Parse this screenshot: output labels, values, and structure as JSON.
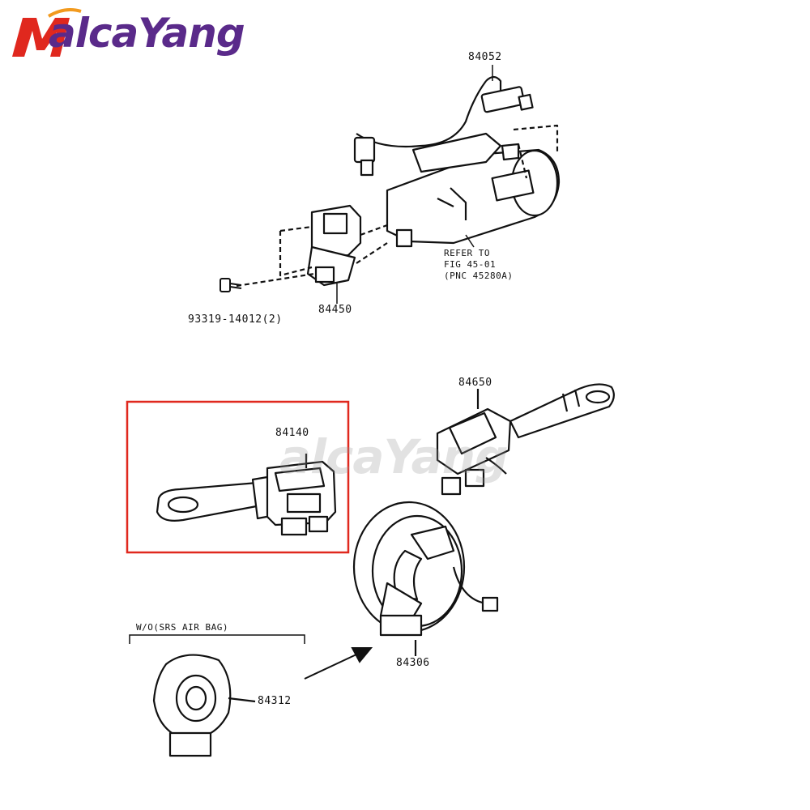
{
  "brand": {
    "logo_text": "alcaYang",
    "logo_initial": "M",
    "watermark_text": "alcaYang",
    "colors": {
      "logo_red": "#e0281e",
      "logo_purple": "#5a2a8a",
      "logo_orange": "#f29a1e",
      "highlight_box": "#e0281e"
    }
  },
  "parts": {
    "p84052": "84052",
    "p84450": "84450",
    "p93319": "93319-14012(2)",
    "refer_line1": "REFER TO",
    "refer_line2": "FIG 45-01",
    "refer_line3": "(PNC 45280A)",
    "p84140": "84140",
    "p84650": "84650",
    "p84306": "84306",
    "p84312": "84312",
    "wo_label": "W/O(SRS AIR BAG)"
  }
}
